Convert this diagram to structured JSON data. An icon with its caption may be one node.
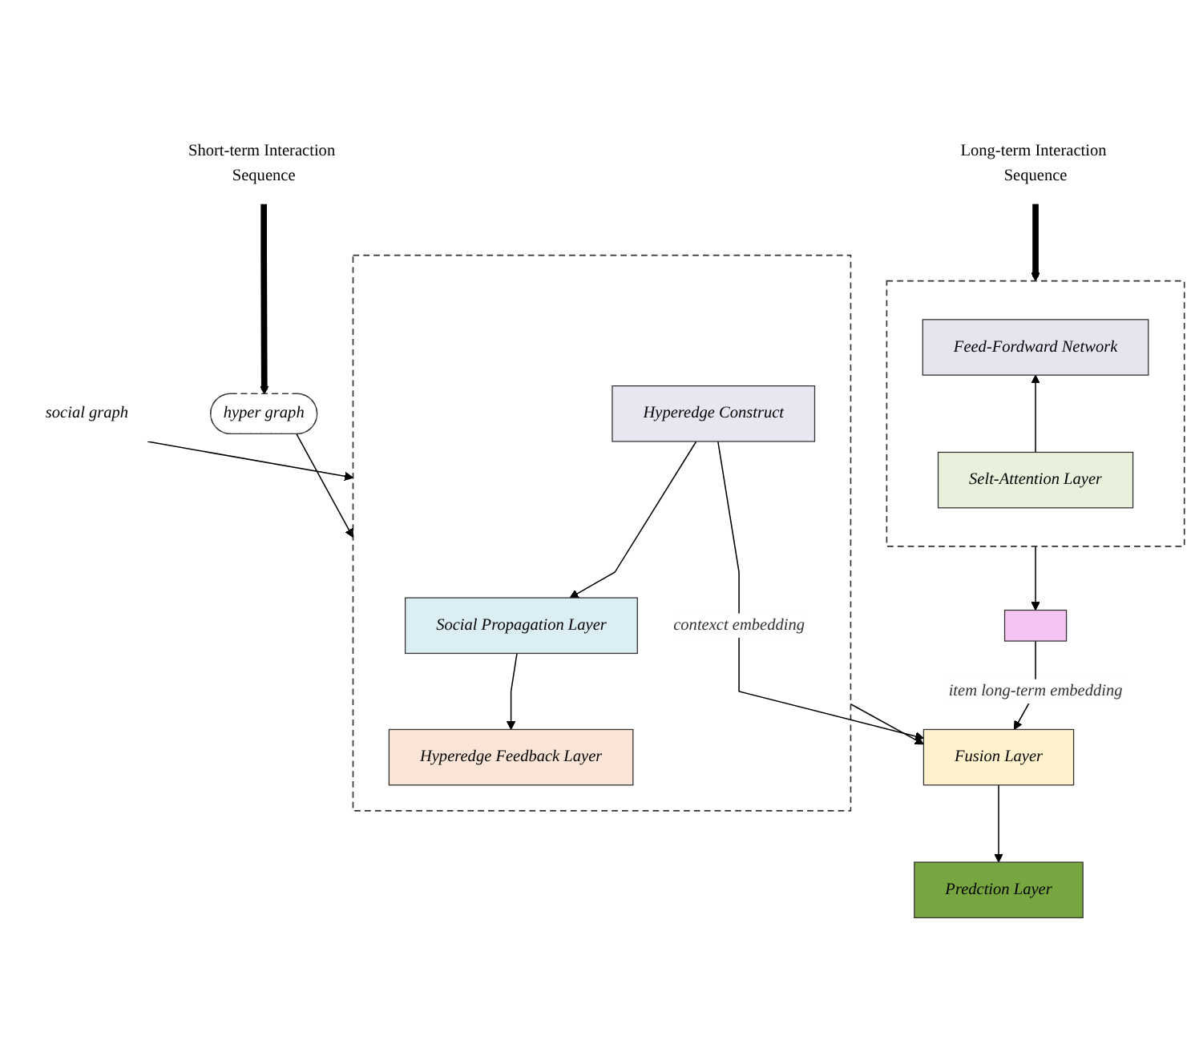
{
  "diagram": {
    "nodes": [
      {
        "text": [
          "Short-term Interaction Sequence"
        ]
      },
      {
        "text": [
          "hyper graph"
        ]
      },
      {
        "text": [],
        "shape": "box"
      },
      {
        "text": [
          "Hyperedge Construct"
        ],
        "in": 2
      },
      {
        "text": [
          "Social Propagation Layer"
        ],
        "in": 2
      },
      {
        "text": [
          "Hyperedge Feedback Layer"
        ],
        "in": 2
      },
      {
        "text": [
          "social graph"
        ]
      },
      {
        "text": [
          "Long-term Interaction Sequence"
        ]
      },
      {
        "text": [],
        "shape": "box"
      },
      {
        "text": [
          "Feed-Fordward Network"
        ],
        "in": 8
      },
      {
        "text": [
          "Selt-Attention Layer"
        ],
        "in": 8
      },
      {
        "text": [],
        "shape": "box"
      },
      {
        "text": [
          "Fusion Layer"
        ]
      },
      {
        "text": [
          "Predction Layer"
        ]
      }
    ],
    "edges": [
      {
        "from": 0,
        "to": 1,
        "arrow": "to",
        "style": "thick"
      },
      {
        "from": 1,
        "to": 2,
        "arrow": "to"
      },
      {
        "from": 6,
        "to": 2,
        "arrow": "to"
      },
      {
        "from": 3,
        "to": 4,
        "arrow": "to"
      },
      {
        "from": 4,
        "to": 5,
        "arrow": "to"
      },
      {
        "from": 7,
        "to": 8,
        "arrow": "to",
        "style": "thick"
      },
      {
        "from": 10,
        "to": 9,
        "arrow": "to"
      },
      {
        "from": 8,
        "to": 11,
        "arrow": "to"
      },
      {
        "from": 2,
        "to": 12,
        "arrow": "to"
      },
      {
        "from": 3,
        "to": 12,
        "arrow": "to",
        "label": "contexct embedding"
      },
      {
        "from": 11,
        "to": 12,
        "arrow": "to",
        "label": "item long-term embedding"
      },
      {
        "from": 12,
        "to": 13,
        "arrow": "to"
      }
    ]
  }
}
